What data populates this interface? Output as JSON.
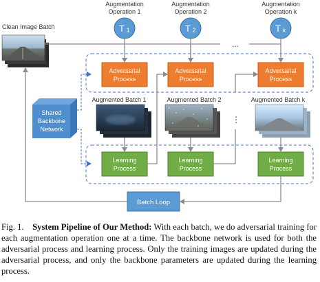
{
  "diagram": {
    "clean_batch_label": "Clean Image Batch",
    "ops": [
      {
        "header_line1": "Augmentation",
        "header_line2": "Operation 1",
        "symbol": "T",
        "sub": "1"
      },
      {
        "header_line1": "Augmentation",
        "header_line2": "Operation 2",
        "symbol": "T",
        "sub": "2"
      },
      {
        "header_line1": "Augmentation",
        "header_line2": "Operation k",
        "symbol": "T",
        "sub": "k"
      }
    ],
    "ellipsis": "...",
    "vertical_ellipsis": "⋮",
    "adversarial_line1": "Adversarial",
    "adversarial_line2": "Process",
    "learning_line1": "Learning",
    "learning_line2": "Process",
    "augmented_labels": [
      "Augmented Batch 1",
      "Augmented Batch 2",
      "Augmented Batch k"
    ],
    "backbone_line1": "Shared",
    "backbone_line2": "Backbone",
    "backbone_line3": "Network",
    "batch_loop_label": "Batch Loop",
    "colors": {
      "circle": "#5b9bd5",
      "adversarial": "#ed7d31",
      "learning": "#70ad47",
      "batch_loop": "#5b9bd5",
      "backbone": "#4f8fd0",
      "arrow": "#8c8c8c",
      "dashed": "#4472c4"
    }
  },
  "caption": {
    "prefix": "Fig. 1.",
    "title": "System Pipeline of Our Method:",
    "body": "With each batch, we do adversarial training for each augmentation operation one at a time. The backbone network is used for both the adversarial process and learning process. Only the training images are updated during the adversarial process, and only the backbone parameters are updated during the learning process."
  }
}
